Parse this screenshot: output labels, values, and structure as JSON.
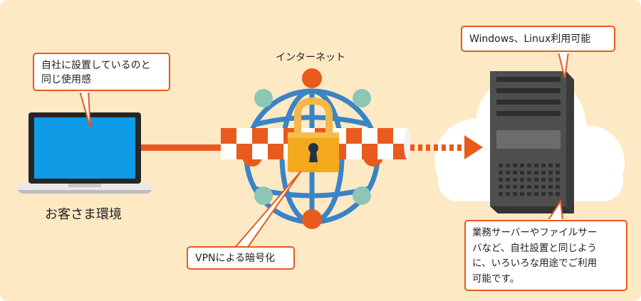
{
  "colors": {
    "background": "#fde9c4",
    "accent_orange": "#e85a1e",
    "globe_blue": "#3a84c6",
    "node_teal": "#8ec6b6",
    "lock_yellow": "#f4a81c",
    "screen_blue": "#0f9be6",
    "server_gray": "#5b5b5b"
  },
  "callouts": {
    "same_experience_line1": "自社に設置しているのと",
    "same_experience_line2": "同じ使用感",
    "os_support": "Windows、Linux利用可能",
    "vpn": "VPNによる暗号化",
    "usage_line1": "業務サーバーやファイルサー",
    "usage_line2": "バなど、自社設置と同じよう",
    "usage_line3": "に、いろいろな用途でご利用",
    "usage_line4": "可能です。"
  },
  "labels": {
    "internet": "インターネット",
    "customer_env": "お客さま環境"
  },
  "icons": {
    "laptop": "laptop-icon",
    "globe": "globe-network-icon",
    "lock": "padlock-icon",
    "cloud": "cloud-icon",
    "server": "server-tower-icon",
    "arrow": "dotted-arrow-icon"
  }
}
